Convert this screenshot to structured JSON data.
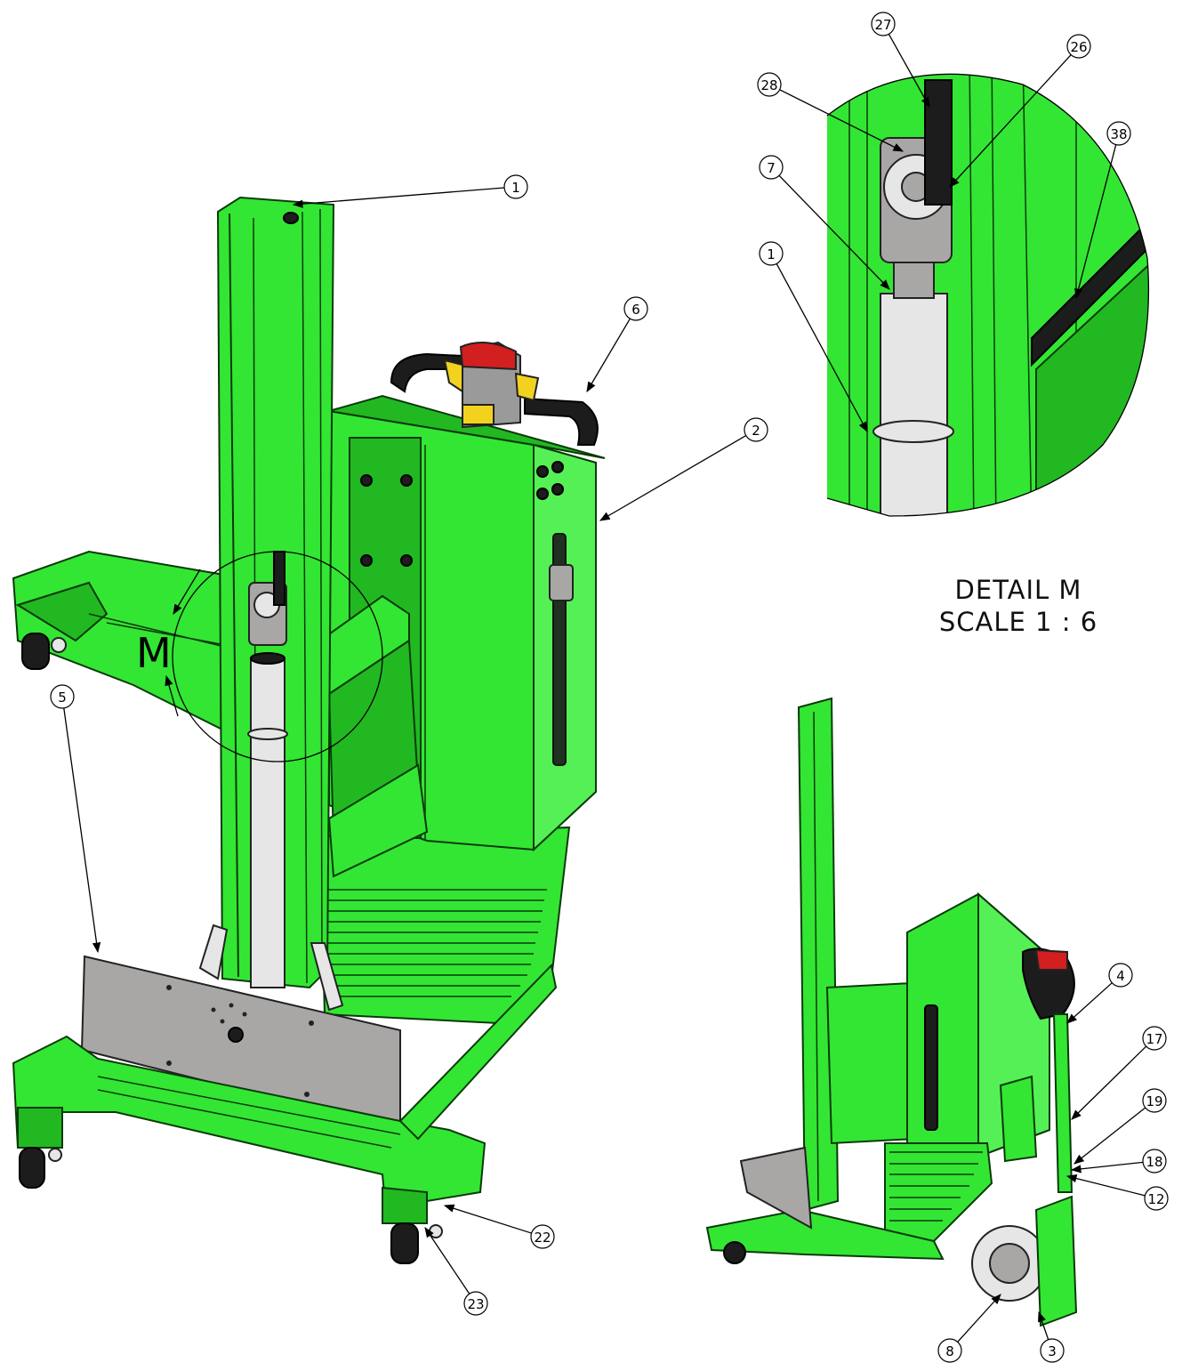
{
  "detail": {
    "title": "DETAIL M",
    "scale": "SCALE 1 : 6",
    "view_letter": "M"
  },
  "balloons": {
    "main": [
      "1",
      "2",
      "5",
      "6",
      "22",
      "23"
    ],
    "detail": [
      "1",
      "7",
      "26",
      "27",
      "28",
      "38"
    ],
    "side": [
      "3",
      "4",
      "8",
      "12",
      "17",
      "18",
      "19"
    ]
  }
}
